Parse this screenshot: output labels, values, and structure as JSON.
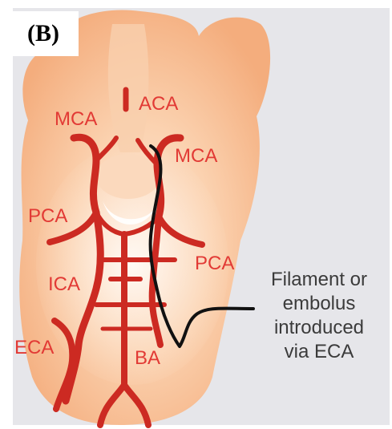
{
  "panel": {
    "label": "(B)"
  },
  "labels": {
    "aca": "ACA",
    "mca_left": "MCA",
    "mca_right": "MCA",
    "pca_left": "PCA",
    "pca_right": "PCA",
    "ica": "ICA",
    "eca": "ECA",
    "ba": "BA"
  },
  "annotation": {
    "line1": "Filament or",
    "line2": "embolus",
    "line3": "introduced",
    "line4": "via ECA"
  },
  "colors": {
    "background": "#e6e6ea",
    "brain": "#f6b98f",
    "vessel": "#cc2a22",
    "label": "#e23a35",
    "filament": "#111111"
  }
}
